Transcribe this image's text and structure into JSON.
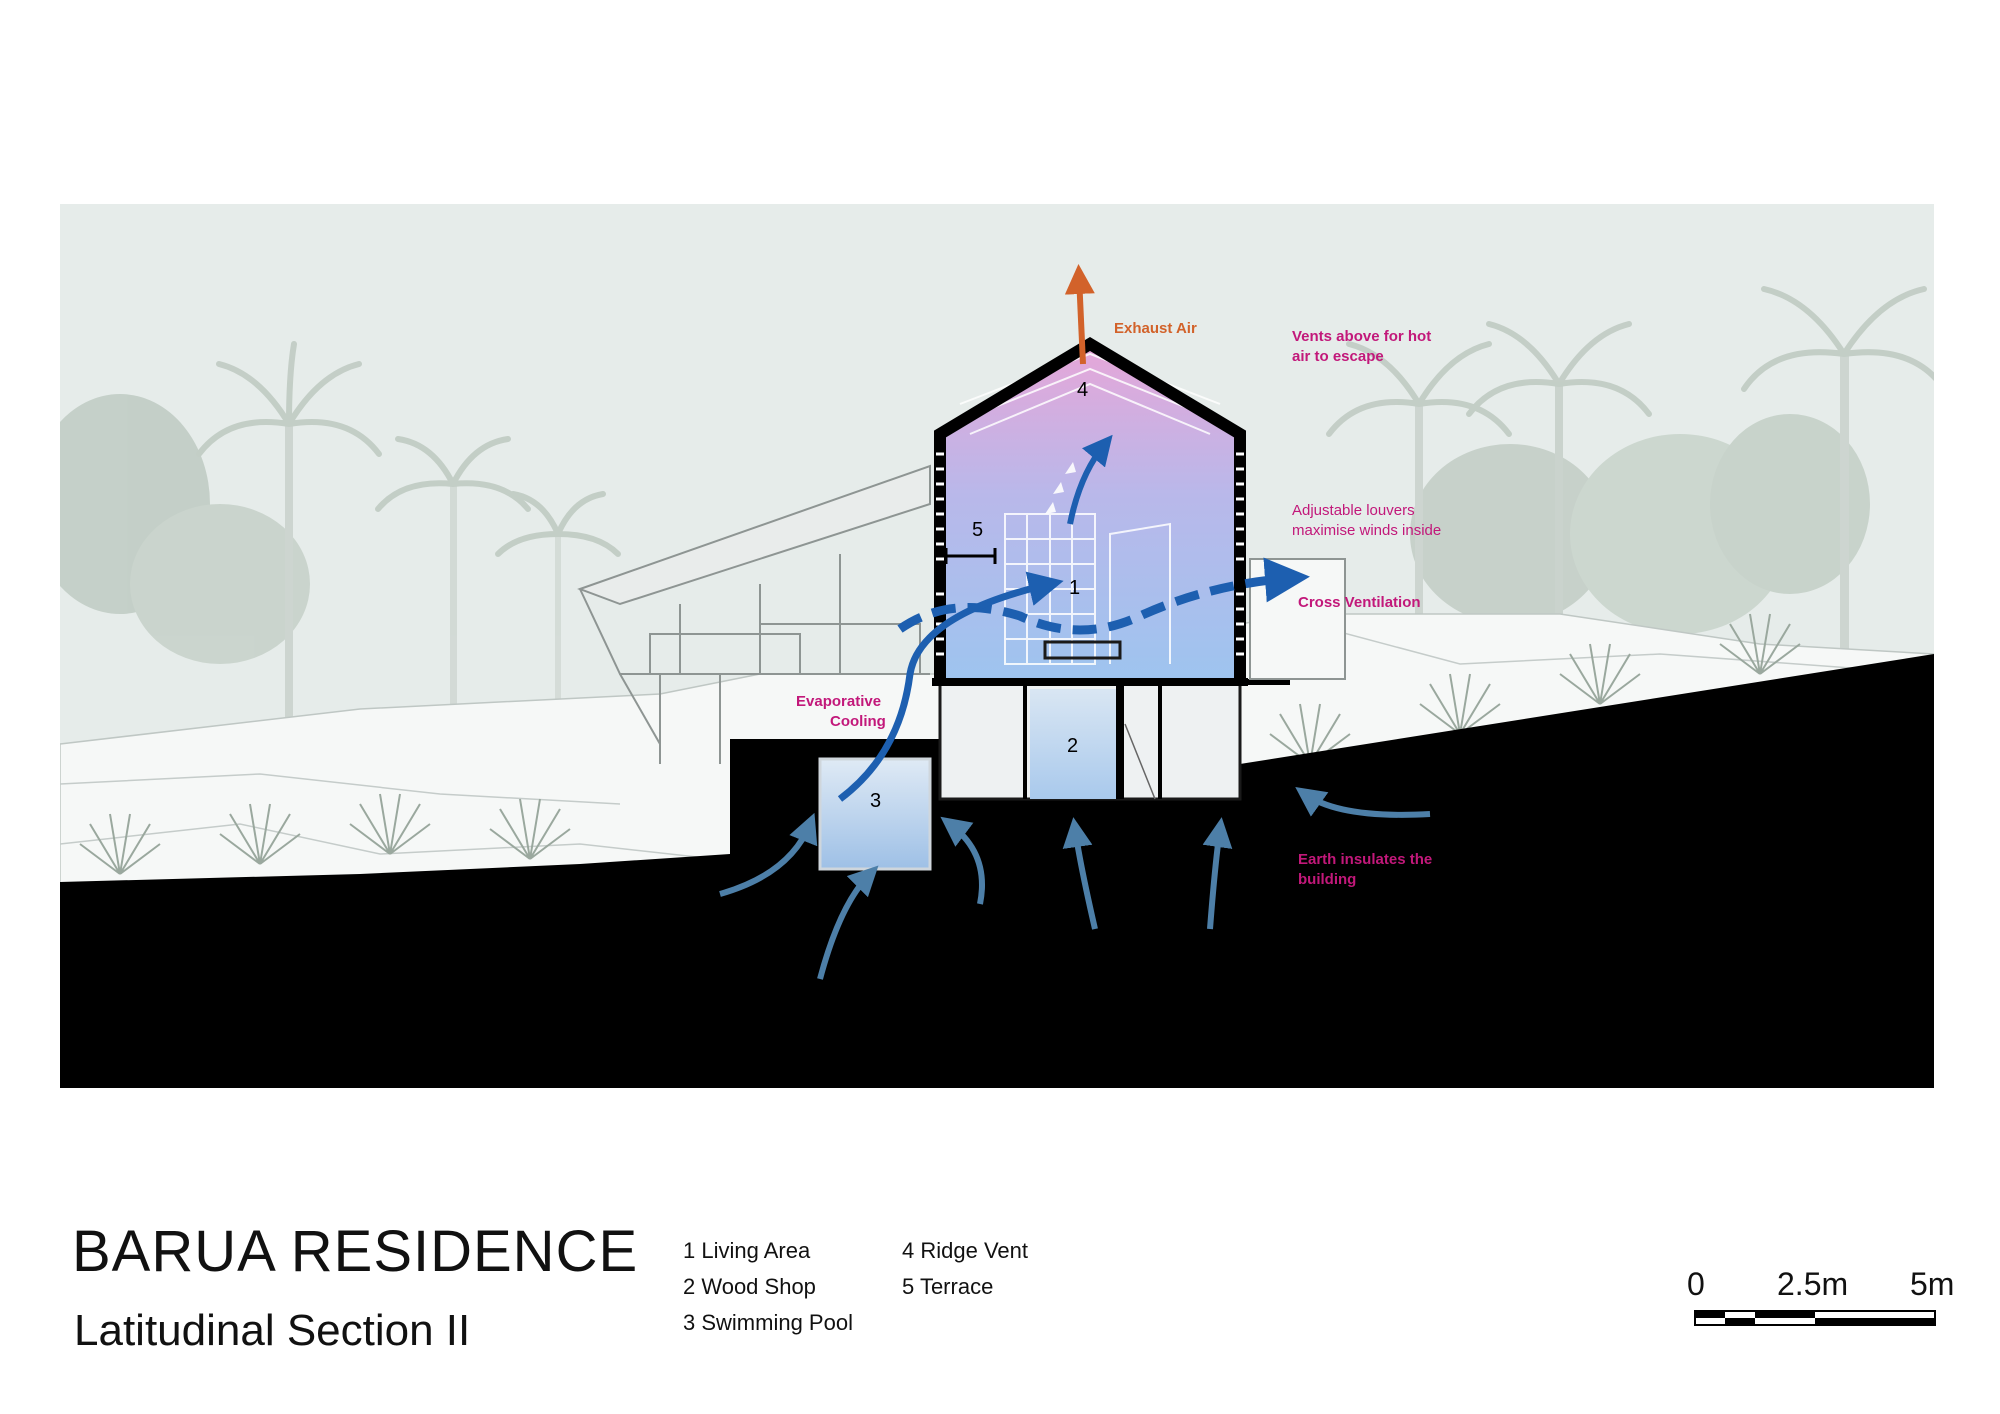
{
  "project": {
    "title": "BARUA RESIDENCE",
    "subtitle": "Latitudinal Section II"
  },
  "legend": [
    {
      "number": "1",
      "label": "1 Living Area"
    },
    {
      "number": "2",
      "label": "2 Wood Shop"
    },
    {
      "number": "3",
      "label": "3 Swimming Pool"
    },
    {
      "number": "4",
      "label": "4 Ridge Vent"
    },
    {
      "number": "5",
      "label": "5 Terrace"
    }
  ],
  "scale": {
    "ticks": [
      "0",
      "2.5m",
      "5m"
    ]
  },
  "annotations": {
    "exhaust_air": "Exhaust Air",
    "vents_line1": "Vents above for hot",
    "vents_line2": "air to escape",
    "louvers_line1": "Adjustable louvers",
    "louvers_line2": "maximise winds inside",
    "cross_ventilation": "Cross Ventilation",
    "evap_line1": "Evaporative",
    "evap_line2": "Cooling",
    "earth_line1": "Earth insulates the",
    "earth_line2": "building"
  },
  "space_numbers": {
    "living": "1",
    "wood_shop": "2",
    "pool": "3",
    "ridge_vent": "4",
    "terrace": "5"
  },
  "colors": {
    "exhaust": "#d2622a",
    "annotation_magenta": "#c2187a",
    "airflow_blue": "#1d5fb0",
    "earth_arrow": "#4d7fa8",
    "ground": "#000000",
    "sky": "#e6ecea"
  }
}
